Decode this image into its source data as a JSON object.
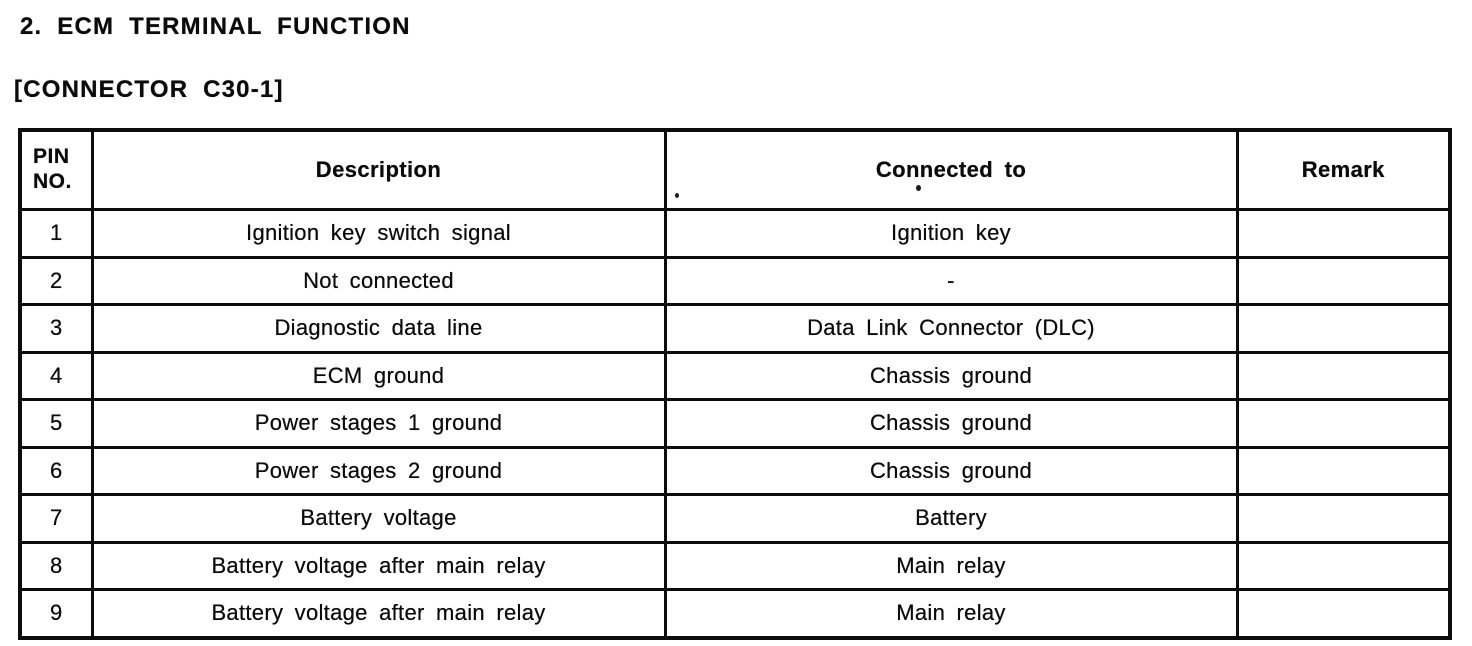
{
  "page": {
    "title": "2. ECM TERMINAL FUNCTION",
    "subtitle": "[CONNECTOR C30-1]"
  },
  "table": {
    "header": {
      "pin_line1": "PIN",
      "pin_line2": "NO.",
      "description": "Description",
      "connected_to": "Connected to",
      "remark": "Remark"
    },
    "rows": [
      {
        "pin": "1",
        "description": "Ignition key switch signal",
        "connected_to": "Ignition key",
        "remark": ""
      },
      {
        "pin": "2",
        "description": "Not connected",
        "connected_to": "-",
        "remark": ""
      },
      {
        "pin": "3",
        "description": "Diagnostic data line",
        "connected_to": "Data Link Connector (DLC)",
        "remark": ""
      },
      {
        "pin": "4",
        "description": "ECM ground",
        "connected_to": "Chassis ground",
        "remark": ""
      },
      {
        "pin": "5",
        "description": "Power stages 1 ground",
        "connected_to": "Chassis ground",
        "remark": ""
      },
      {
        "pin": "6",
        "description": "Power stages 2 ground",
        "connected_to": "Chassis ground",
        "remark": ""
      },
      {
        "pin": "7",
        "description": "Battery voltage",
        "connected_to": "Battery",
        "remark": ""
      },
      {
        "pin": "8",
        "description": "Battery voltage after main relay",
        "connected_to": "Main relay",
        "remark": ""
      },
      {
        "pin": "9",
        "description": "Battery voltage after main relay",
        "connected_to": "Main relay",
        "remark": ""
      }
    ]
  },
  "colors": {
    "ink": "#0b0b0b",
    "paper": "#ffffff"
  }
}
